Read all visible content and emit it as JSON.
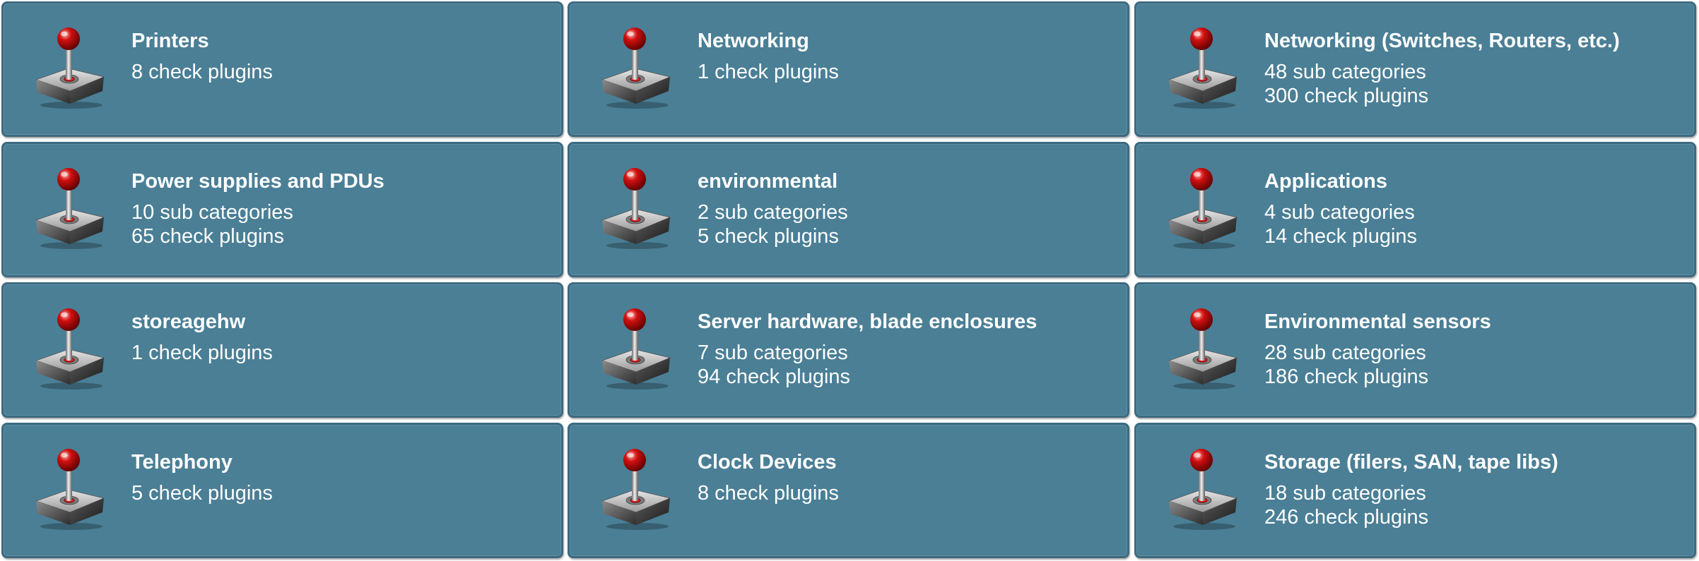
{
  "tiles": [
    {
      "title": "Printers",
      "lines": [
        "8 check plugins"
      ],
      "icon": "joystick-icon"
    },
    {
      "title": "Networking",
      "lines": [
        "1 check plugins"
      ],
      "icon": "joystick-icon"
    },
    {
      "title": "Networking (Switches, Routers, etc.)",
      "lines": [
        "48 sub categories",
        "300 check plugins"
      ],
      "icon": "joystick-icon"
    },
    {
      "title": "Power supplies and PDUs",
      "lines": [
        "10 sub categories",
        "65 check plugins"
      ],
      "icon": "joystick-icon"
    },
    {
      "title": "environmental",
      "lines": [
        "2 sub categories",
        "5 check plugins"
      ],
      "icon": "joystick-icon"
    },
    {
      "title": "Applications",
      "lines": [
        "4 sub categories",
        "14 check plugins"
      ],
      "icon": "joystick-icon"
    },
    {
      "title": "storeagehw",
      "lines": [
        "1 check plugins"
      ],
      "icon": "joystick-icon"
    },
    {
      "title": "Server hardware, blade enclosures",
      "lines": [
        "7 sub categories",
        "94 check plugins"
      ],
      "icon": "joystick-icon"
    },
    {
      "title": "Environmental sensors",
      "lines": [
        "28 sub categories",
        "186 check plugins"
      ],
      "icon": "joystick-icon"
    },
    {
      "title": "Telephony",
      "lines": [
        "5 check plugins"
      ],
      "icon": "joystick-icon"
    },
    {
      "title": "Clock Devices",
      "lines": [
        "8 check plugins"
      ],
      "icon": "joystick-icon"
    },
    {
      "title": "Storage (filers, SAN, tape libs)",
      "lines": [
        "18 sub categories",
        "246 check plugins"
      ],
      "icon": "joystick-icon"
    }
  ],
  "colors": {
    "tile_background": "#4a7f96",
    "tile_border": "#3c6a7f",
    "text": "#ffffff",
    "knob": "#d01010"
  }
}
